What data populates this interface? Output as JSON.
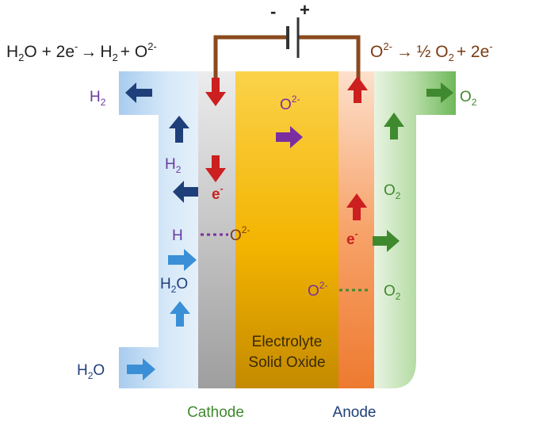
{
  "equations": {
    "cathode": {
      "main": "H",
      "s1": "2",
      "mid": "O + 2e",
      "sup1": "-",
      "arrow": "→",
      "p1": "H",
      "s2": "2",
      "p2": "+ O",
      "sup2": "2-"
    },
    "anode": {
      "main": "O",
      "sup1": "2-",
      "arrow": "→",
      "mid": "½ O",
      "s1": "2",
      "tail": "+ 2e",
      "sup2": "-"
    }
  },
  "battery": {
    "minus": "-",
    "plus": "+"
  },
  "cathode_side": {
    "h2_top": {
      "main": "H",
      "sub": "2"
    },
    "h2_mid": {
      "main": "H",
      "sub": "2"
    },
    "e_minus": {
      "main": "e",
      "sup": "-"
    },
    "h": "H",
    "o2_minus": {
      "main": "O",
      "sup": "2-"
    },
    "h2o_mid": {
      "main": "H",
      "sub": "2",
      "tail": "O"
    },
    "h2o_in": {
      "main": "H",
      "sub": "2",
      "tail": "O"
    }
  },
  "electrolyte": {
    "o2_minus": {
      "main": "O",
      "sup": "2-"
    },
    "label_line1": "Electrolyte",
    "label_line2": "Solid Oxide"
  },
  "anode_side": {
    "o2_top": {
      "main": "O",
      "sub": "2"
    },
    "o2_mid": {
      "main": "O",
      "sub": "2"
    },
    "e_minus": {
      "main": "e",
      "sup": "-"
    },
    "o2_minus": {
      "main": "O",
      "sup": "2-"
    },
    "o2_bottom": {
      "main": "O",
      "sub": "2"
    }
  },
  "labels": {
    "cathode": "Cathode",
    "anode": "Anode"
  },
  "colors": {
    "wire": "#8a4a1e",
    "cathode_gas": "#c9e0f5",
    "cathode_electrode": "#c8c8c8",
    "electrolyte": "#f2b300",
    "anode_electrode": "#f59a5c",
    "anode_gas": "#9ccf8a",
    "blue_arrow": "#3a8fd6",
    "navy_arrow": "#1f3f7a",
    "red_arrow": "#cc1f1f",
    "green_arrow": "#3f8a2e",
    "purple": "#7a2ea0"
  }
}
